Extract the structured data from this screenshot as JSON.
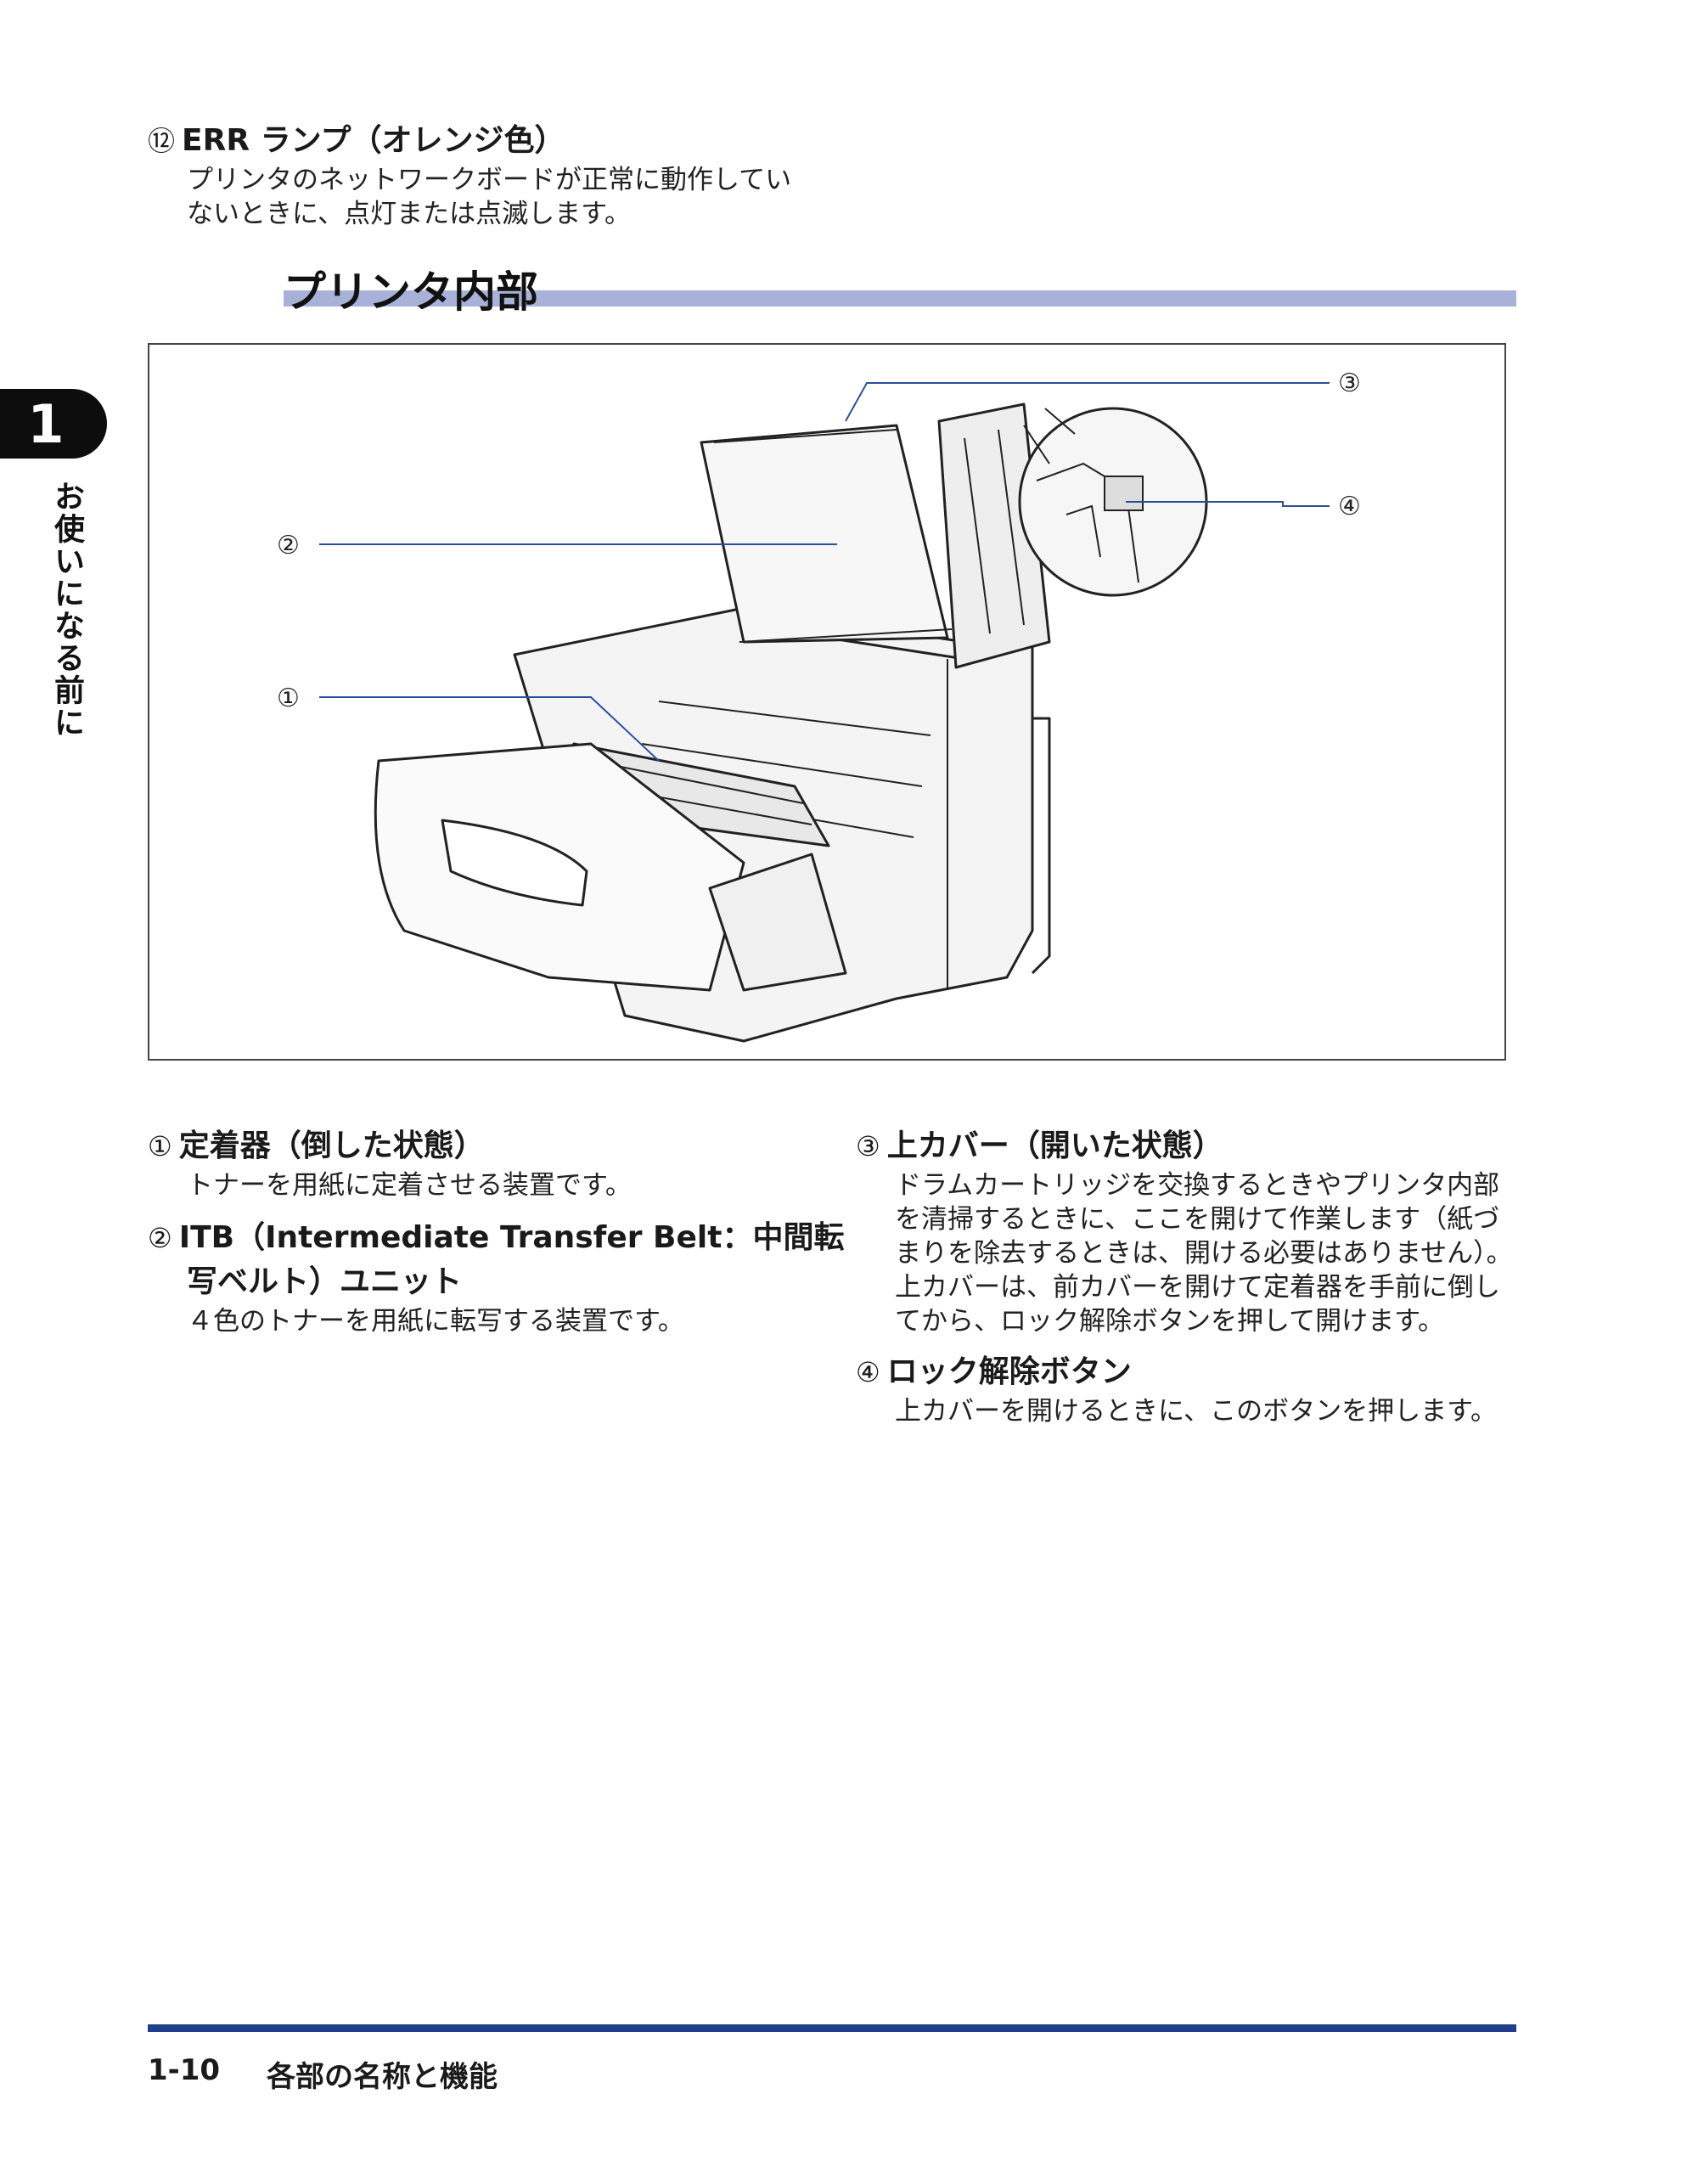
{
  "chapter": {
    "number": "1",
    "title": "お使いになる前に"
  },
  "item12": {
    "num": "⑫",
    "title": "ERR ランプ（オレンジ色）",
    "desc_line1": "プリンタのネットワークボードが正常に動作してい",
    "desc_line2": "ないときに、点灯または点滅します。"
  },
  "section": {
    "title": "プリンタ内部"
  },
  "figure": {
    "callouts": [
      "①",
      "②",
      "③",
      "④"
    ]
  },
  "items": [
    {
      "num": "①",
      "title": "定着器（倒した状態）",
      "desc": [
        "トナーを用紙に定着させる装置です。"
      ]
    },
    {
      "num": "②",
      "title": "ITB（Intermediate Transfer Belt：中間転",
      "title2": "写ベルト）ユニット",
      "desc": [
        "４色のトナーを用紙に転写する装置です。"
      ]
    },
    {
      "num": "③",
      "title": "上カバー（開いた状態）",
      "desc": [
        "ドラムカートリッジを交換するときやプリンタ内部",
        "を清掃するときに、ここを開けて作業します（紙づ",
        "まりを除去するときは、開ける必要はありません）。",
        "上カバーは、前カバーを開けて定着器を手前に倒し",
        "てから、ロック解除ボタンを押して開けます。"
      ]
    },
    {
      "num": "④",
      "title": "ロック解除ボタン",
      "desc": [
        "上カバーを開けるときに、このボタンを押します。"
      ]
    }
  ],
  "footer": {
    "page": "1-10",
    "title": "各部の名称と機能"
  },
  "colors": {
    "section_bar": "#a8b2d8",
    "footer_rule": "#1f3f8c",
    "callout_line": "#2a4f9a"
  }
}
